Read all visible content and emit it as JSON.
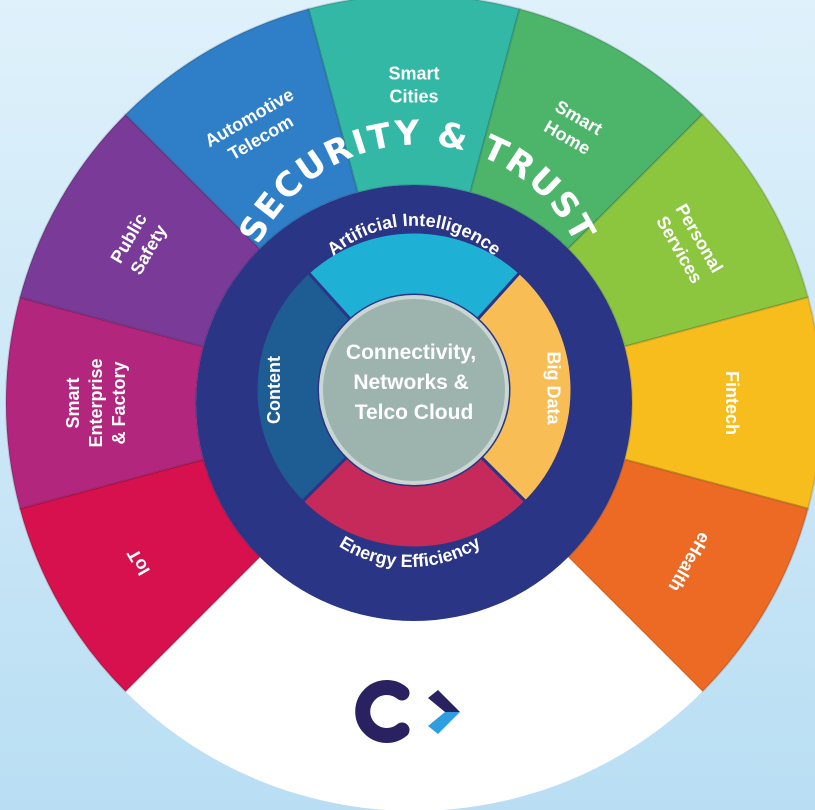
{
  "outer_segments": [
    {
      "id": "smart-cities",
      "lines": [
        "Smart",
        "Cities"
      ],
      "color": "#33b8a5"
    },
    {
      "id": "smart-home",
      "lines": [
        "Smart",
        "Home"
      ],
      "color": "#4cb56a"
    },
    {
      "id": "personal-services",
      "lines": [
        "Personal",
        "Services"
      ],
      "color": "#8cc63f"
    },
    {
      "id": "fintech",
      "lines": [
        "Fintech"
      ],
      "color": "#f6bd1d"
    },
    {
      "id": "ehealth",
      "lines": [
        "eHealth"
      ],
      "color": "#ec6a24"
    },
    {
      "id": "iot",
      "lines": [
        "IoT"
      ],
      "color": "#d7114d"
    },
    {
      "id": "smart-enterprise-factory",
      "lines": [
        "Smart",
        "Enterprise",
        "& Factory"
      ],
      "color": "#b3267d"
    },
    {
      "id": "public-safety",
      "lines": [
        "Public",
        "Safety"
      ],
      "color": "#7a3a97"
    },
    {
      "id": "automotive-telecom",
      "lines": [
        "Automotive",
        "Telecom"
      ],
      "color": "#2e7fc8"
    }
  ],
  "outer_blank_color": "#ffffff",
  "security_ring": {
    "label": "SECURITY & TRUST",
    "color": "#2a3585"
  },
  "inner_ring": [
    {
      "id": "artificial-intelligence",
      "label": "Artificial Intelligence",
      "color": "#1fb0d6"
    },
    {
      "id": "big-data",
      "label": "Big Data",
      "color": "#f8be55"
    },
    {
      "id": "energy-efficiency",
      "label": "Energy Efficiency",
      "color": "#c62a5b"
    },
    {
      "id": "content",
      "label": "Content",
      "color": "#1e5d93"
    }
  ],
  "core": {
    "lines": [
      "Connectivity,",
      "Networks &",
      "Telco Cloud"
    ],
    "color": "#9db3ad"
  },
  "logo": {
    "dark_color": "#2a2160",
    "accent_color": "#2d9fe0"
  }
}
